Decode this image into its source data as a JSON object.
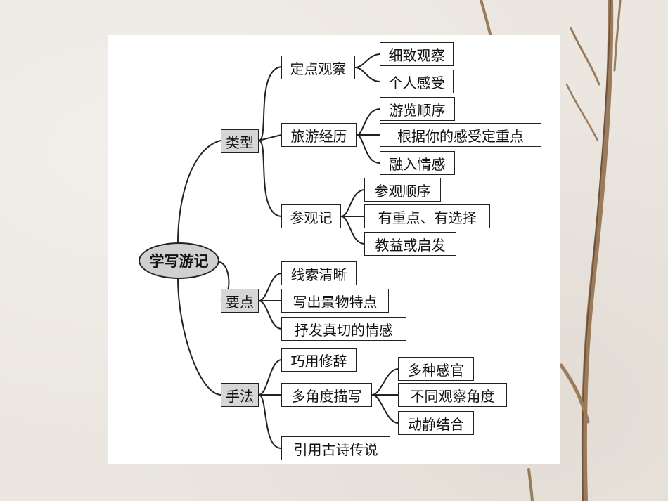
{
  "mindmap": {
    "root": "学写游记",
    "categories": [
      {
        "label": "类型",
        "items": [
          {
            "label": "定点观察",
            "children": [
              "细致观察",
              "个人感受"
            ]
          },
          {
            "label": "旅游经历",
            "children": [
              "游览顺序",
              "根据你的感受定重点",
              "融入情感"
            ]
          },
          {
            "label": "参观记",
            "children": [
              "参观顺序",
              "有重点、有选择",
              "教益或启发"
            ]
          }
        ]
      },
      {
        "label": "要点",
        "items": [
          {
            "label": "线索清晰"
          },
          {
            "label": "写出景物特点"
          },
          {
            "label": "抒发真切的情感"
          }
        ]
      },
      {
        "label": "手法",
        "items": [
          {
            "label": "巧用修辞"
          },
          {
            "label": "多角度描写",
            "children": [
              "多种感官",
              "不同观察角度",
              "动静结合"
            ]
          },
          {
            "label": "引用古诗传说"
          }
        ]
      }
    ]
  },
  "colors": {
    "line": "#222222",
    "category_fill": "#d6d6d6",
    "root_fill": "#d0d0d0",
    "card": "#ffffff",
    "background": "#ebe6e0",
    "branch": "#9a7b5c"
  }
}
